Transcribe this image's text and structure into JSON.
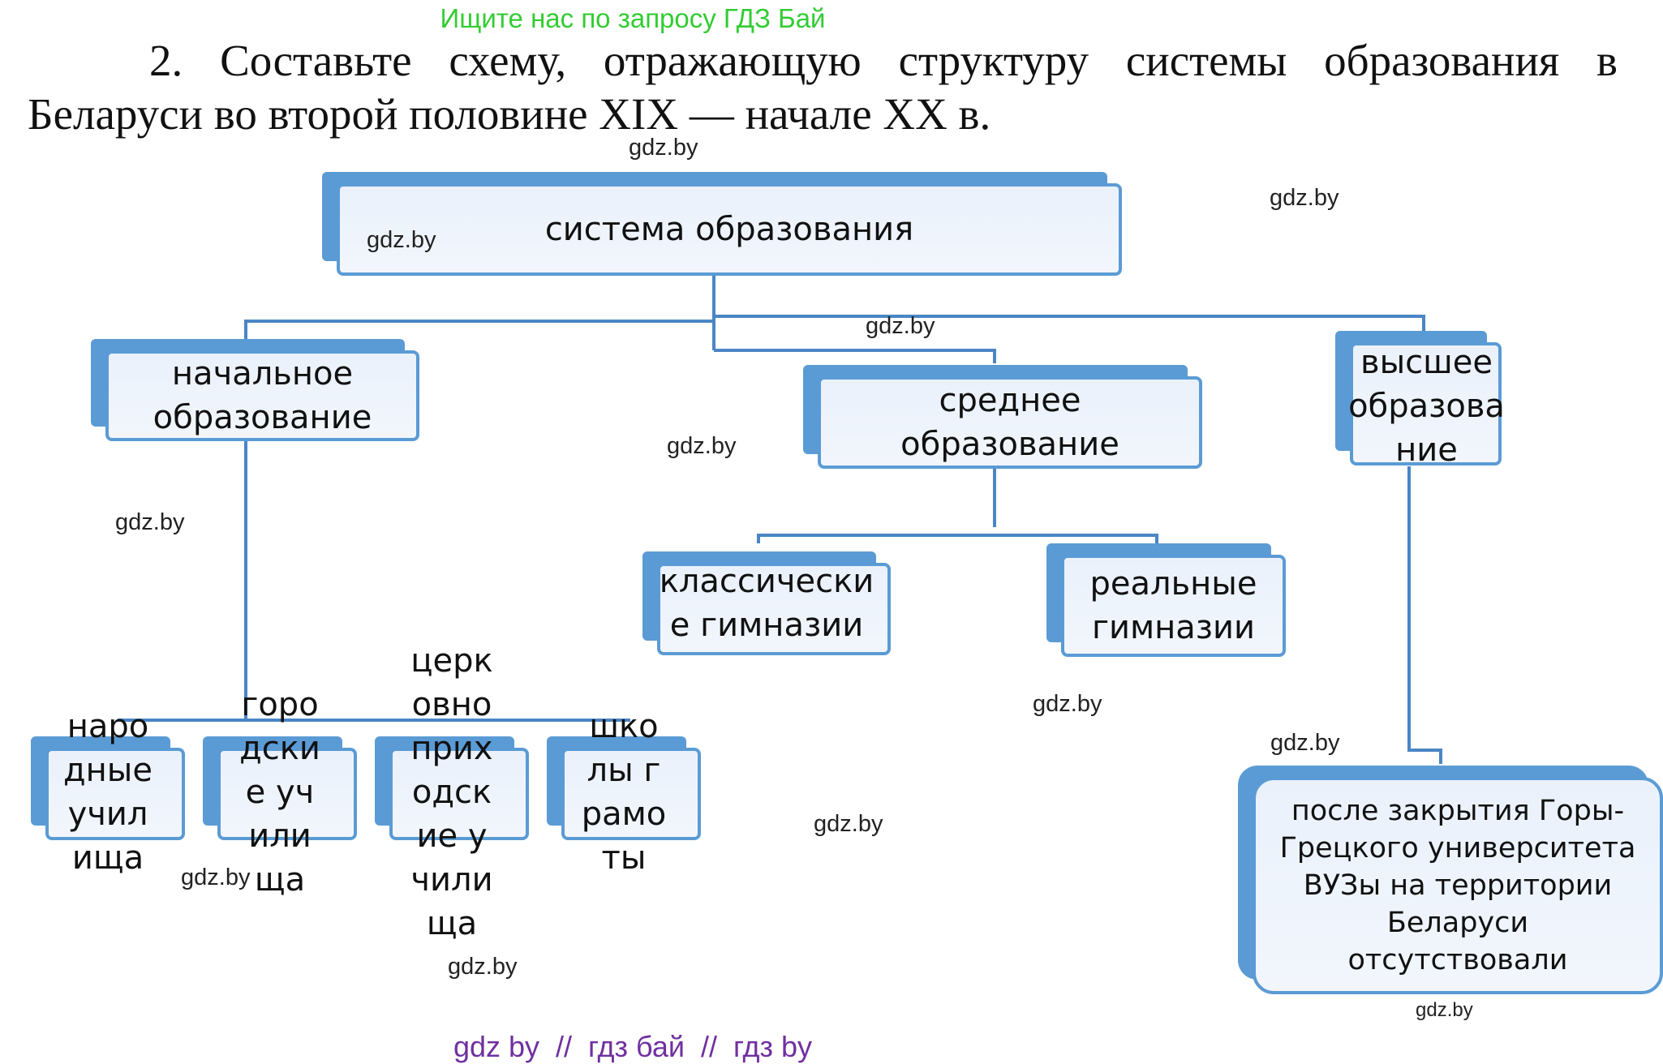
{
  "banner": "Ищите нас по запросу ГДЗ Бай",
  "task": {
    "number": "2.",
    "text": "Составьте схему, отражающую структуру системы образования в Беларуси во второй половине XIX — начале XX в."
  },
  "diagram": {
    "root": "система образования",
    "primary": "начальное образование",
    "secondary": "среднее образование",
    "higher": "высшее образование",
    "classical": "классические гимназии",
    "real": "реальные гимназии",
    "folk": "народные училища",
    "city": "городские училища",
    "church": "церковноприходские училища",
    "literacy": "школы грамоты",
    "note": "после закрытия Горы-Грецкого университета ВУЗы на территории Беларуси отсутствовали"
  },
  "watermarks": [
    "gdz.by",
    "gdz.by",
    "gdz.by",
    "gdz.by",
    "gdz.by",
    "gdz.by",
    "gdz.by",
    "gdz.by",
    "gdz.by",
    "gdz.by",
    "gdz.by",
    "gdz.by"
  ],
  "footer": "gdz by  //  гдз бай  //  гдз by",
  "colors": {
    "box": "#5b9bd5",
    "line": "#4a86c5",
    "banner": "#33cc33",
    "footer": "#7030a0"
  }
}
